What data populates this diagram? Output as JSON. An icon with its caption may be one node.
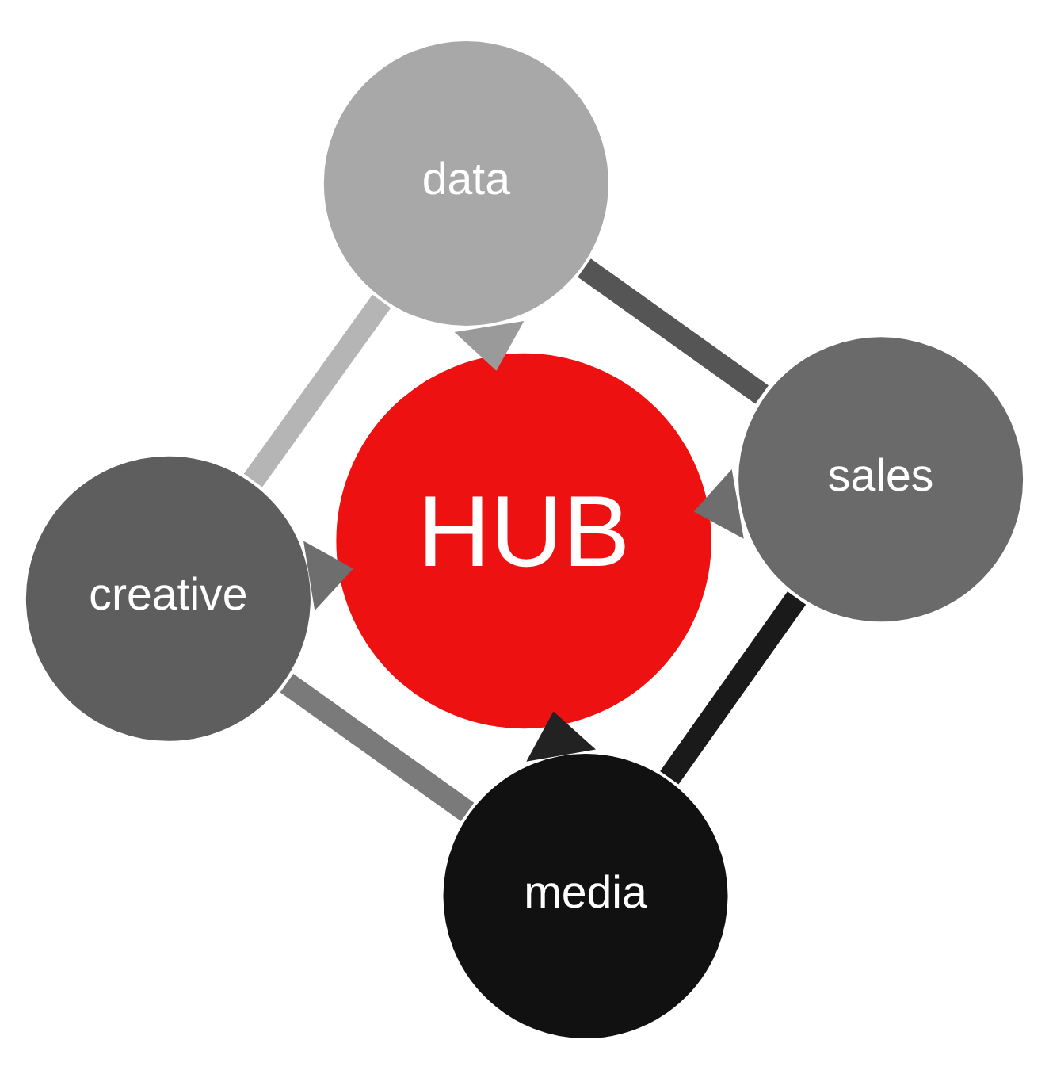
{
  "diagram": {
    "nodes": [
      {
        "text": [
          "media"
        ]
      },
      {
        "text": [
          "creative"
        ]
      },
      {
        "text": [
          "HUB"
        ]
      },
      {
        "text": [
          "sales"
        ]
      },
      {
        "text": [
          "data"
        ]
      }
    ],
    "edges": [
      {
        "from": 0,
        "to": 2,
        "arrow": "to",
        "color": "#222222"
      },
      {
        "from": 1,
        "to": 2,
        "arrow": "to",
        "color": "#6e6e6e"
      },
      {
        "from": 3,
        "to": 2,
        "arrow": "to",
        "color": "#6e6e6e"
      },
      {
        "from": 4,
        "to": 2,
        "arrow": "to",
        "color": "#9a9a9a"
      },
      {
        "from": 0,
        "to": 3,
        "arrow": "none",
        "color": "#1a1a1a"
      },
      {
        "from": 3,
        "to": 4,
        "arrow": "none",
        "color": "#555555"
      },
      {
        "from": 4,
        "to": 1,
        "arrow": "none",
        "color": "#b5b5b5"
      },
      {
        "from": 1,
        "to": 0,
        "arrow": "none",
        "color": "#7a7a7a"
      }
    ]
  }
}
